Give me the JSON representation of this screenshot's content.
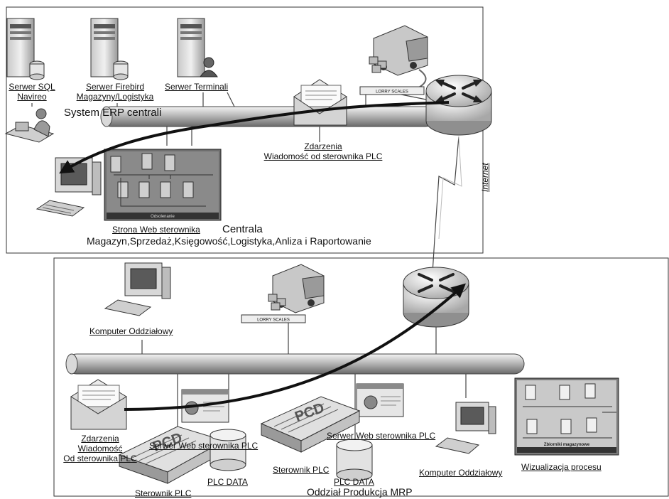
{
  "top": {
    "server_sql": [
      "Serwer SQL",
      "Navireo"
    ],
    "server_firebird": [
      "Serwer Firebird",
      "Magazyny/Logistyka"
    ],
    "server_terminal": "Serwer Terminali",
    "erp_title": "System ERP centrali",
    "events_line1": "Zdarzenia",
    "events_line2": "Wiadomość od sterownika PLC",
    "web_plc": "Strona Web sterownika",
    "centrala": "Centrala",
    "departments": "Magazyn,Sprzedaż,Księgowość,Logistyka,Anliza i Raportowanie",
    "lorry_scales": "LORRY SCALES",
    "hmi_caption": "Odsolenanie"
  },
  "link": {
    "internet": "Internet"
  },
  "bottom": {
    "computer_top": "Komputer Oddziałowy",
    "lorry_scales": "LORRY SCALES",
    "events": [
      "Zdarzenia",
      "Wiadomość",
      "Od sterownika PLC"
    ],
    "web_server_1": "Serwer Web sterownika PLC",
    "web_server_2": "Serwer Web sterownika PLC",
    "plc_1": "Sterownik PLC",
    "plc_2": "Sterownik PLC",
    "plc_data_1": "PLC DATA",
    "plc_data_2": "PLC DATA",
    "plc_brand": "PCD",
    "computer_right": "Komputer Oddziałowy",
    "visualization": "Wizualizacja procesu",
    "viz_caption": "Zbiorniki magazynowe",
    "site_title": "Oddział Produkcja MRP"
  }
}
